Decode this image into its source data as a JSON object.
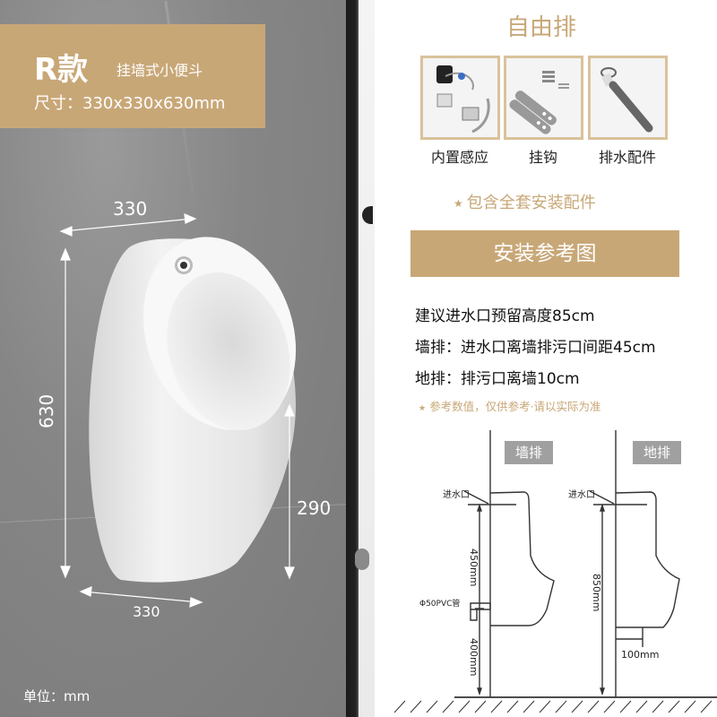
{
  "product": {
    "model": "R款",
    "type": "挂墙式小便斗",
    "size": "尺寸：330x330x630mm",
    "unit": "单位：mm"
  },
  "photo_dimensions": {
    "top_width": "330",
    "height": "630",
    "side_height": "290",
    "bottom_width": "330"
  },
  "colors": {
    "gold": "#c8a777",
    "wall_gray": "#868686",
    "tag_gray": "#a0a0a0"
  },
  "accessories": {
    "title": "自由排",
    "items": [
      {
        "label": "内置感应",
        "icon": "sensor-kit-icon"
      },
      {
        "label": "挂钩",
        "icon": "wall-hook-icon"
      },
      {
        "label": "排水配件",
        "icon": "drain-pipe-icon"
      }
    ],
    "included_note": "包含全套安装配件"
  },
  "installation": {
    "title": "安装参考图",
    "specs": [
      "建议进水口预留高度85cm",
      "墙排：进水口离墙排污口间距45cm",
      "地排：排污口离墙10cm"
    ],
    "note": "参考数值，仅供参考·请以实际为准"
  },
  "diagrams": {
    "wall": {
      "tag": "墙排",
      "inlet_label": "进水口",
      "pipe_label": "Φ50PVC管",
      "upper_dim": "450mm",
      "lower_dim": "400mm"
    },
    "floor": {
      "tag": "地排",
      "inlet_label": "进水口",
      "height_dim": "850mm",
      "offset_dim": "100mm"
    }
  }
}
